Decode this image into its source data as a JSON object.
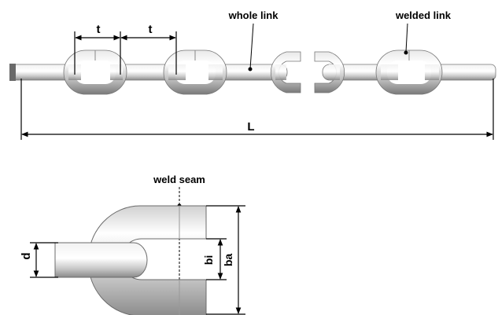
{
  "labels": {
    "pitch_left": "t",
    "pitch_right": "t",
    "whole_link": "whole link",
    "welded_link": "welded link",
    "length": "L",
    "weld_seam": "weld seam",
    "diameter": "d",
    "inner_width": "bi",
    "outer_width": "ba"
  }
}
